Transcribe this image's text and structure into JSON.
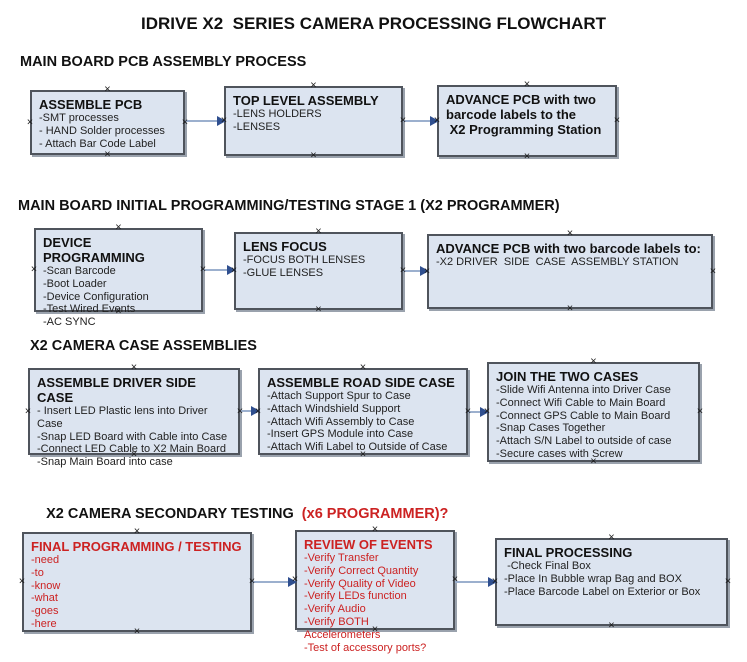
{
  "title": "IDRIVE X2  SERIES CAMERA PROCESSING FLOWCHART",
  "icons": {
    "anchor": "×"
  },
  "colors": {
    "box_fill": "#dce4f0",
    "box_border": "#4f545c",
    "box_shadow": "#9aa2ad",
    "connector_line": "#9cb0ce",
    "arrow_head": "#2f4f8f",
    "accent_red": "#cc2222",
    "text": "#111111"
  },
  "sections": [
    {
      "heading": "MAIN BOARD PCB ASSEMBLY PROCESS",
      "boxes": [
        {
          "title": "ASSEMBLE PCB",
          "lines": [
            "-SMT processes",
            "- HAND Solder processes",
            "- Attach Bar Code Label"
          ]
        },
        {
          "title": "TOP LEVEL ASSEMBLY",
          "lines": [
            "-LENS HOLDERS",
            "-LENSES"
          ]
        },
        {
          "title": "ADVANCE PCB with two\nbarcode labels to the\n X2 Programming Station",
          "lines": []
        }
      ]
    },
    {
      "heading": "MAIN BOARD INITIAL PROGRAMMING/TESTING STAGE 1 (X2 PROGRAMMER)",
      "boxes": [
        {
          "title": "DEVICE PROGRAMMING",
          "lines": [
            "-Scan Barcode",
            "-Boot Loader",
            "-Device Configuration",
            "-Test Wired Events",
            "-AC SYNC"
          ]
        },
        {
          "title": "LENS FOCUS",
          "lines": [
            "-FOCUS BOTH LENSES",
            "-GLUE LENSES"
          ]
        },
        {
          "title": "ADVANCE PCB with two barcode labels to:",
          "lines": [
            "-X2 DRIVER  SIDE  CASE  ASSEMBLY STATION"
          ]
        }
      ]
    },
    {
      "heading": "X2 CAMERA CASE ASSEMBLIES",
      "boxes": [
        {
          "title": "ASSEMBLE DRIVER SIDE CASE",
          "lines": [
            "- Insert LED Plastic lens into Driver Case",
            "-Snap LED Board with Cable into Case",
            "-Connect LED Cable to X2 Main Board",
            "-Snap Main Board into case"
          ]
        },
        {
          "title": "ASSEMBLE ROAD SIDE CASE",
          "lines": [
            "-Attach Support Spur to Case",
            "-Attach Windshield Support",
            "-Attach Wifi Assembly to Case",
            "-Insert GPS Module into Case",
            "-Attach Wifi Label to Outside of Case"
          ]
        },
        {
          "title": "JOIN THE TWO CASES",
          "lines": [
            "-Slide Wifi Antenna into Driver Case",
            "-Connect Wifi Cable to Main Board",
            "-Connect GPS Cable to Main Board",
            "-Snap Cases Together",
            "-Attach S/N Label to outside of case",
            "-Secure cases with Screw"
          ]
        }
      ]
    },
    {
      "heading": "X2 CAMERA SECONDARY TESTING  ",
      "heading_red": "(x6 PROGRAMMER)?",
      "boxes": [
        {
          "title": "FINAL PROGRAMMING / TESTING",
          "lines": [
            "-need",
            "-to",
            "-know",
            "-what",
            "-goes",
            "-here"
          ]
        },
        {
          "title": "REVIEW OF EVENTS",
          "lines": [
            "-Verify Transfer",
            "-Verify Correct Quantity",
            "-Verify Quality of Video",
            "-Verify LEDs function",
            "-Verify Audio",
            "-Verify BOTH Accelerometers",
            "-Test of accessory ports?"
          ]
        },
        {
          "title": "FINAL PROCESSING",
          "lines": [
            " -Check Final Box",
            "-Place In Bubble wrap Bag and BOX",
            "-Place Barcode Label on Exterior or Box"
          ]
        }
      ]
    }
  ]
}
